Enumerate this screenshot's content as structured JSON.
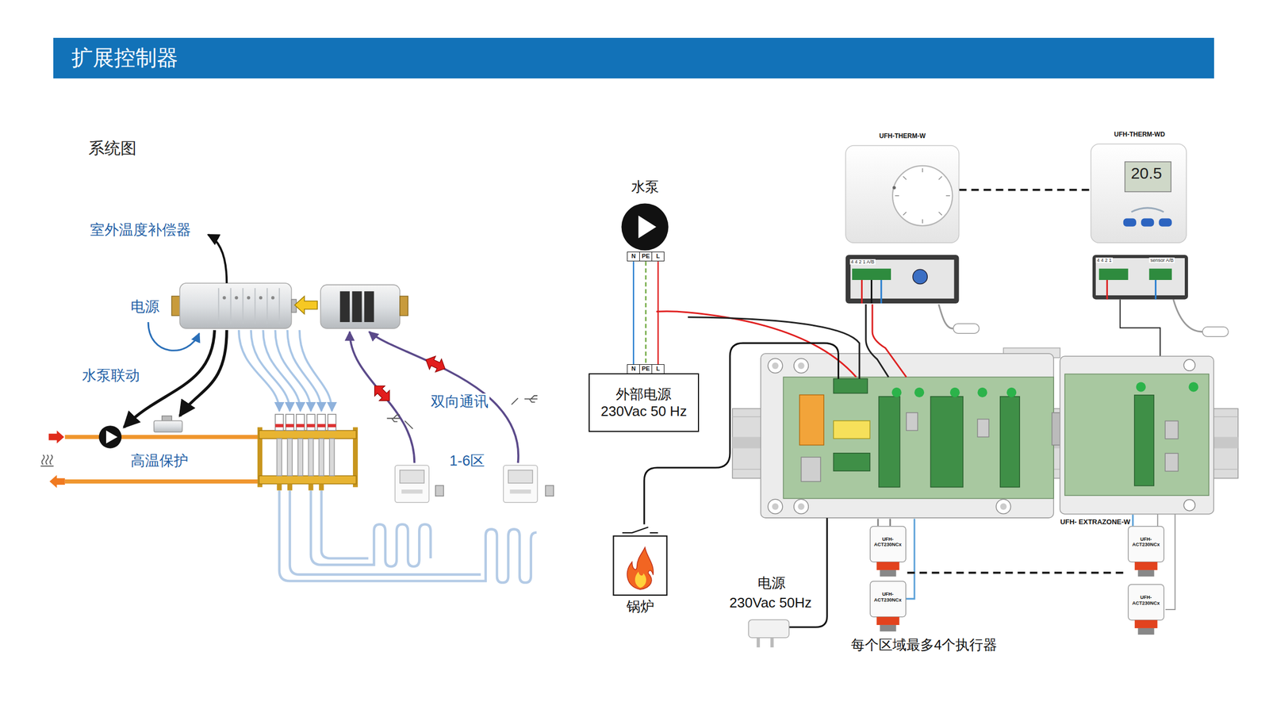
{
  "diagram": {
    "title": "扩展控制器",
    "nodes": [
      {
        "text": [
          "水泵"
        ]
      },
      {
        "text": [
          "N",
          "PE",
          "L"
        ]
      },
      {
        "text": [
          "N",
          "PE",
          "L"
        ]
      },
      {
        "text": [
          "外部电源 230Vac 50 Hz"
        ]
      },
      {
        "text": [
          "UFH-THERM-W"
        ]
      },
      {
        "text": [
          "UFH-THERM-WD"
        ]
      },
      {
        "text": [
          "UFH- EXTRAZONE-W"
        ]
      },
      {
        "text": [
          "锅炉"
        ]
      },
      {
        "text": [
          "UFH-ACT230NCx"
        ]
      },
      {
        "text": [
          "UFH-ACT230NCx"
        ]
      },
      {
        "text": [
          "UFH-ACT230NCx"
        ]
      },
      {
        "text": [
          "UFH-ACT230NCx"
        ]
      }
    ],
    "edges": [
      {
        "from": 1,
        "to": 2,
        "arrow": "none"
      },
      {
        "from": 1,
        "to": 2,
        "arrow": "none"
      },
      {
        "from": 1,
        "to": 2,
        "arrow": "none"
      },
      {
        "from": 4,
        "to": 5,
        "arrow": "none"
      },
      {
        "from": 5,
        "to": 6,
        "arrow": "none"
      },
      {
        "from": 10,
        "to": 6,
        "arrow": "none"
      },
      {
        "from": 11,
        "to": 6,
        "arrow": "none"
      },
      {
        "from": 8,
        "to": 10,
        "arrow": "none"
      }
    ],
    "labels": [
      "系统图",
      "室外温度补偿器",
      "电源",
      "水泵联动",
      "高温保护",
      "双向通讯",
      "1-6区",
      "4 4 2 1 A/B",
      "4 4 2 1",
      "sensor A/B",
      "20.5",
      "电源",
      "230Vac 50Hz",
      "每个区域最多4个执行器"
    ]
  }
}
